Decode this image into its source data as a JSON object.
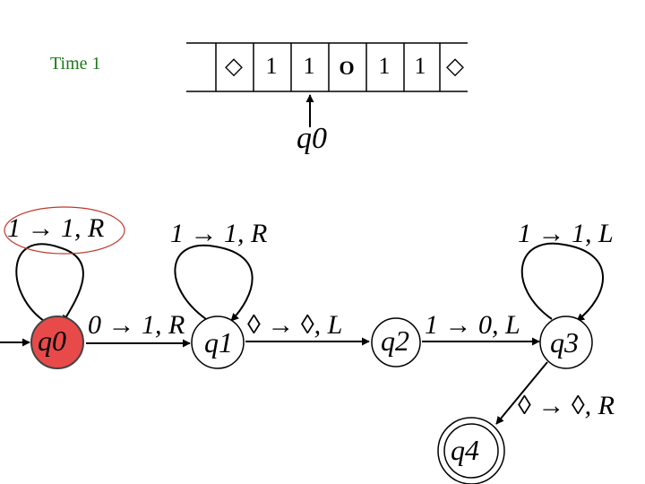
{
  "time_label": "Time 1",
  "tape": {
    "cells": [
      "◇",
      "1",
      "1",
      "O",
      "1",
      "1",
      "◇"
    ],
    "head_state": "q0"
  },
  "states": {
    "q0": {
      "label": "q0",
      "status": "current",
      "fill": "#e84a4a"
    },
    "q1": {
      "label": "q1"
    },
    "q2": {
      "label": "q2"
    },
    "q3": {
      "label": "q3"
    },
    "q4": {
      "label": "q4",
      "status": "accept"
    }
  },
  "transitions": {
    "q0_loop": "1 → 1, R",
    "q0_q1": "0 → 1, R",
    "q1_loop": "1 → 1, R",
    "q1_q2": "◊ → ◊, L",
    "q2_q3": "1 → 0, L",
    "q3_loop": "1 → 1, L",
    "q3_q4": "◊ → ◊, R"
  },
  "colors": {
    "current_state": "#e84a4a",
    "highlight_ring": "#c0392b",
    "time_label": "#1a7a1a"
  }
}
